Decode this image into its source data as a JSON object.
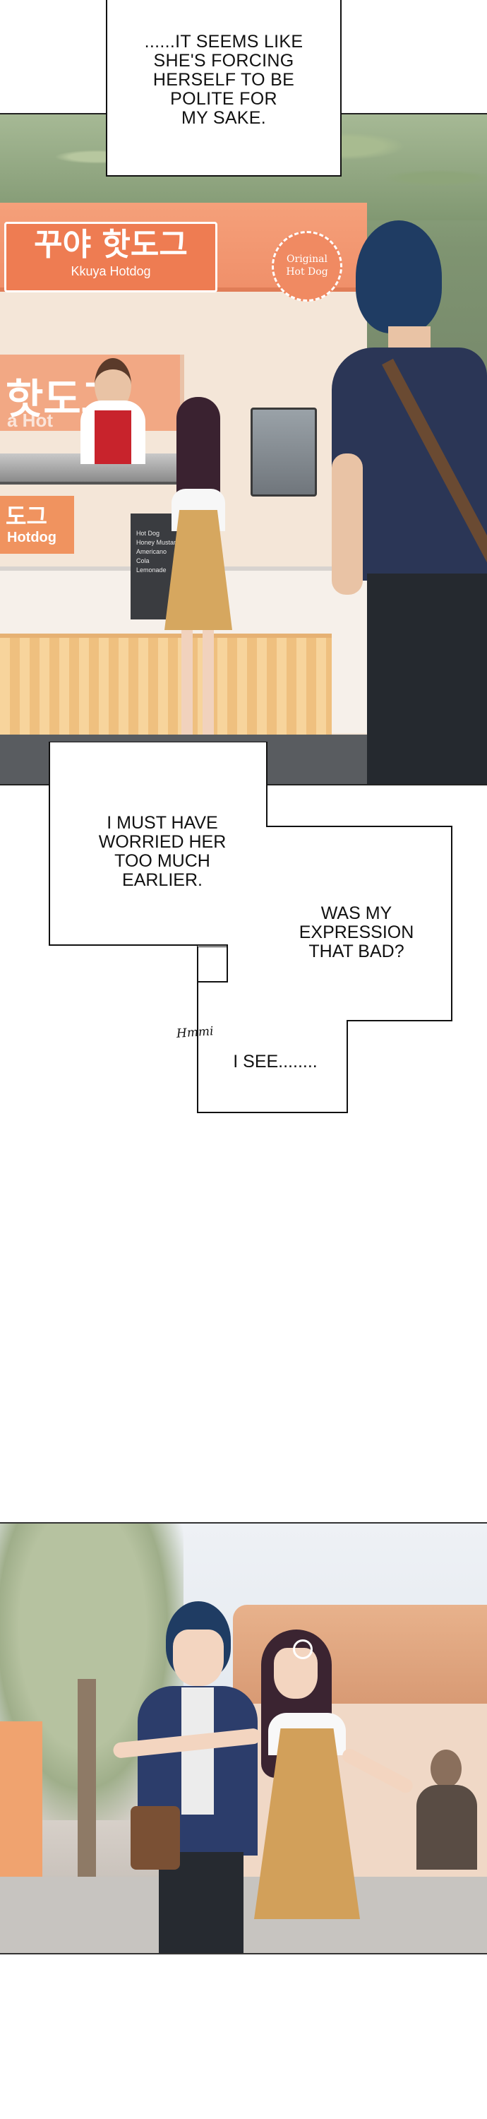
{
  "panel1": {
    "stand_sign_korean": "꾸야 핫도그",
    "stand_sign_english": "Kkuya Hotdog",
    "badge_line1": "Original",
    "badge_line2": "Hot Dog",
    "board_korean": "핫도그",
    "board_english": "a Hot",
    "board2_korean": "도그",
    "board2_english": "Hotdog",
    "menu_items": [
      "Hot Dog",
      "Honey Mustard",
      "Americano",
      "Cola",
      "Lemonade"
    ]
  },
  "bubbles": {
    "top": [
      "......IT SEEMS LIKE",
      "SHE'S FORCING",
      "HERSELF TO BE",
      "POLITE FOR",
      "MY SAKE."
    ],
    "worried": [
      "I MUST HAVE",
      "WORRIED HER",
      "TOO MUCH",
      "EARLIER."
    ],
    "expression": [
      "WAS MY",
      "EXPRESSION",
      "THAT BAD?"
    ],
    "isee": "I SEE........"
  },
  "sfx": {
    "hmm": "Hmmi"
  },
  "colors": {
    "sign_orange": "#ee7c52",
    "apron_red": "#c8232c",
    "boy_hair": "#1f3c63"
  }
}
